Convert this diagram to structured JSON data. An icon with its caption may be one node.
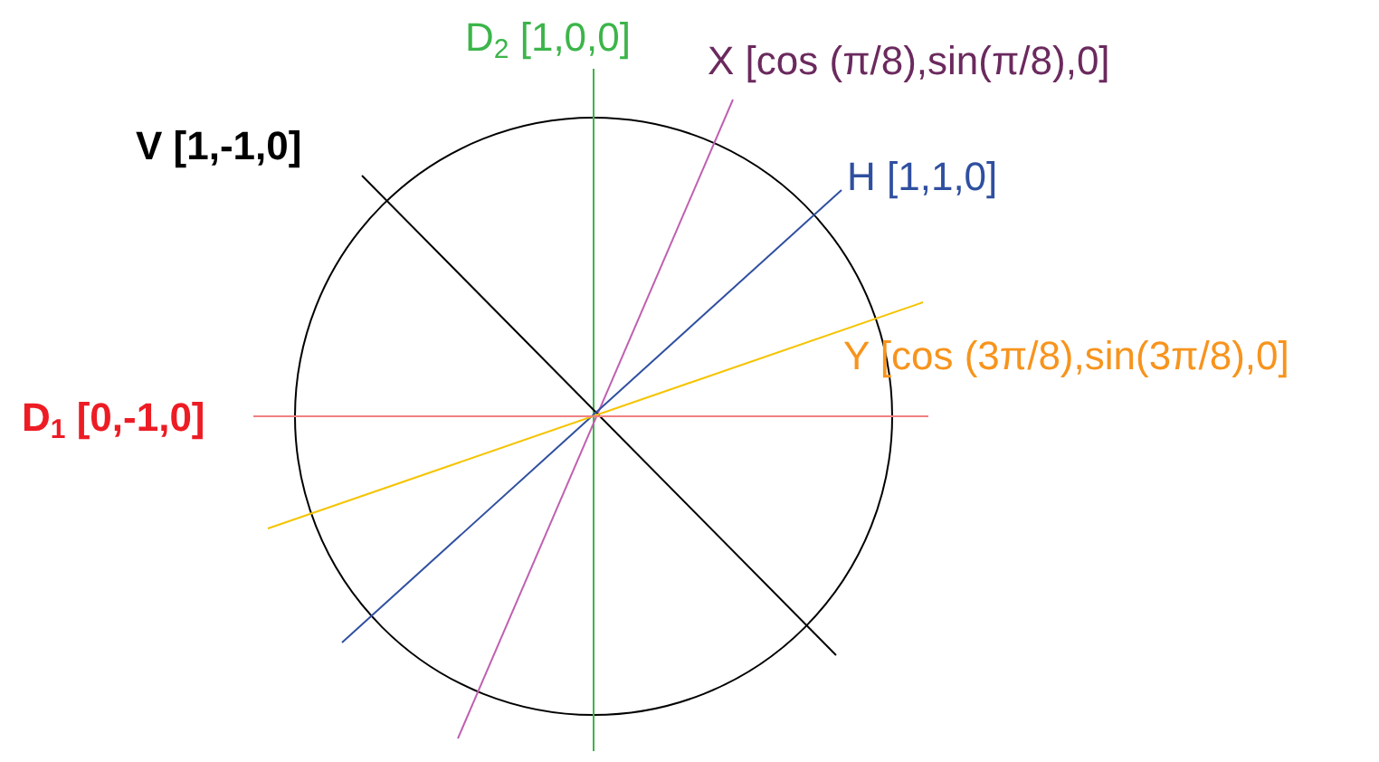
{
  "diagram": {
    "labels": [
      "D$_{2}$ [1,0,0]",
      "X [cos (π/8),sin(π/8),0]",
      "V [1,-1,0]",
      "H [1,1,0]",
      "Y [cos (3π/8),sin(3π/8),0]",
      "D$_{1}$ [0,-1,0]"
    ]
  }
}
